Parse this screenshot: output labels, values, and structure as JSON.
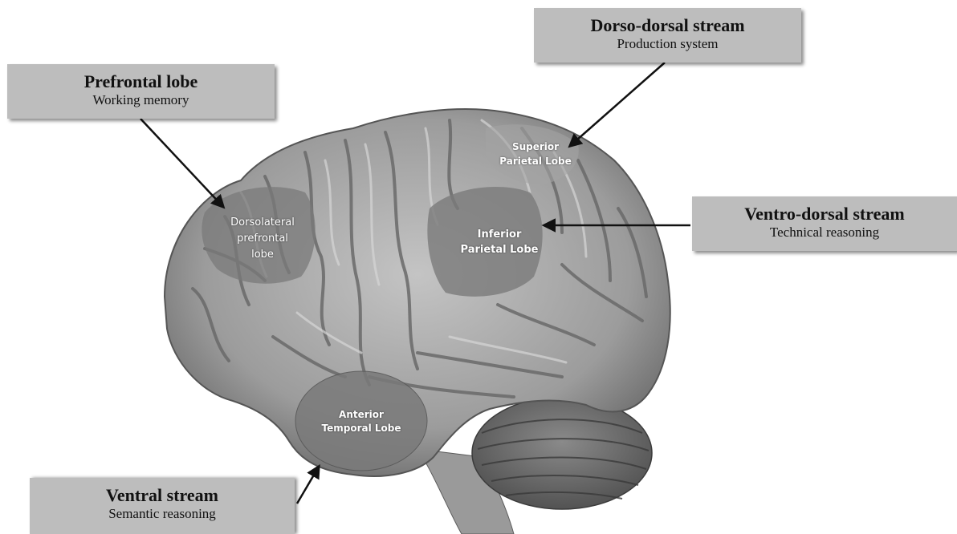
{
  "callouts": {
    "prefrontal": {
      "title": "Prefrontal lobe",
      "subtitle": "Working memory"
    },
    "dorso_dorsal": {
      "title": "Dorso-dorsal stream",
      "subtitle": "Production system"
    },
    "ventro_dorsal": {
      "title": "Ventro-dorsal stream",
      "subtitle": "Technical reasoning"
    },
    "ventral": {
      "title": "Ventral stream",
      "subtitle": "Semantic reasoning"
    }
  },
  "regions": {
    "dlpfc": "Dorsolateral\nprefrontal\nlobe",
    "spl": "Superior\nParietal Lobe",
    "ipl": "Inferior\nParietal Lobe",
    "atl": "Anterior\nTemporal Lobe"
  },
  "colors": {
    "callout_bg": "#bdbdbd",
    "brain_light": "#b8b8b8",
    "brain_dark": "#6e6e6e",
    "region_highlight": "#7a7a7a"
  }
}
